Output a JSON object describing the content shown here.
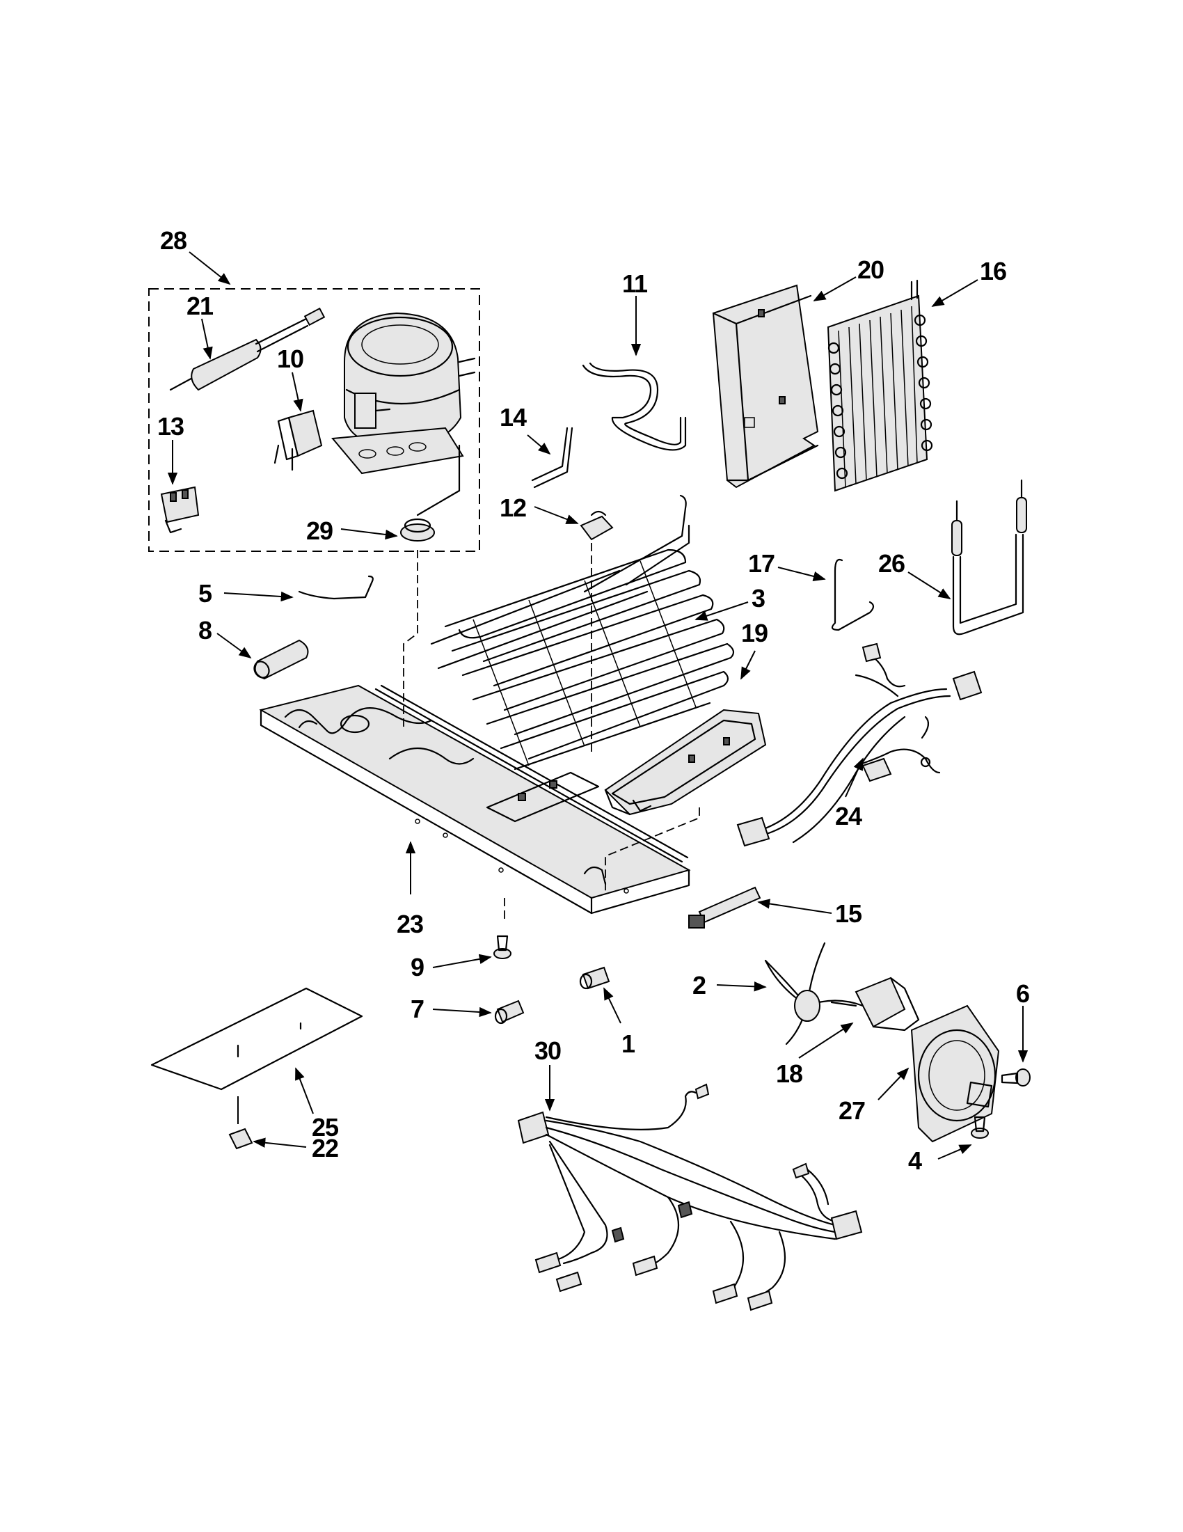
{
  "diagram": {
    "callouts": [
      {
        "id": "28",
        "text": "28"
      },
      {
        "id": "21",
        "text": "21"
      },
      {
        "id": "10",
        "text": "10"
      },
      {
        "id": "13",
        "text": "13"
      },
      {
        "id": "29",
        "text": "29"
      },
      {
        "id": "11",
        "text": "11"
      },
      {
        "id": "20",
        "text": "20"
      },
      {
        "id": "16",
        "text": "16"
      },
      {
        "id": "14",
        "text": "14"
      },
      {
        "id": "12",
        "text": "12"
      },
      {
        "id": "17",
        "text": "17"
      },
      {
        "id": "26",
        "text": "26"
      },
      {
        "id": "3",
        "text": "3"
      },
      {
        "id": "19",
        "text": "19"
      },
      {
        "id": "5",
        "text": "5"
      },
      {
        "id": "8",
        "text": "8"
      },
      {
        "id": "24",
        "text": "24"
      },
      {
        "id": "23",
        "text": "23"
      },
      {
        "id": "15",
        "text": "15"
      },
      {
        "id": "9",
        "text": "9"
      },
      {
        "id": "7",
        "text": "7"
      },
      {
        "id": "1",
        "text": "1"
      },
      {
        "id": "2",
        "text": "2"
      },
      {
        "id": "6",
        "text": "6"
      },
      {
        "id": "18",
        "text": "18"
      },
      {
        "id": "27",
        "text": "27"
      },
      {
        "id": "30",
        "text": "30"
      },
      {
        "id": "25",
        "text": "25"
      },
      {
        "id": "22",
        "text": "22"
      },
      {
        "id": "4",
        "text": "4"
      }
    ]
  }
}
